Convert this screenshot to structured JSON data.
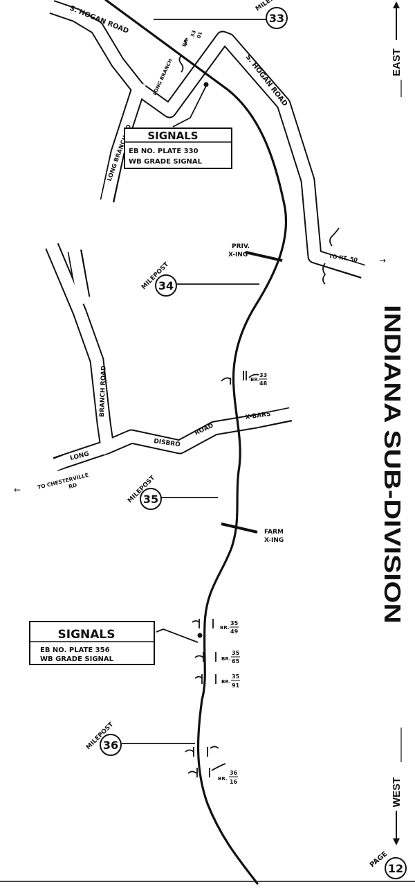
{
  "title": "INDIANA SUB-DIVISION",
  "directions": {
    "east": "EAST",
    "west": "WEST"
  },
  "page": {
    "label": "PAGE",
    "number": "12"
  },
  "mileposts": [
    {
      "label": "MILEPOST",
      "number": "33"
    },
    {
      "label": "MILEPOST",
      "number": "34"
    },
    {
      "label": "MILEPOST",
      "number": "35"
    },
    {
      "label": "MILEPOST",
      "number": "36"
    }
  ],
  "signal_boxes": [
    {
      "title": "SIGNALS",
      "line1": "EB NO. PLATE 330",
      "line2": "WB GRADE SIGNAL"
    },
    {
      "title": "SIGNALS",
      "line1": "EB NO. PLATE 356",
      "line2": "WB GRADE SIGNAL"
    }
  ],
  "roads": {
    "s_hogan_1": "S. HOGAN ROAD",
    "s_hogan_2": "S. HOGAN ROAD",
    "long_branch_rd": "LONG BRANCH RD",
    "long_branch_creek": "LONG BRANCH",
    "long_branch_road": "BRANCH ROAD",
    "long": "LONG",
    "disbro": "DISBRO",
    "disbro_road": "ROAD",
    "to_rt50": "TO RT. 50",
    "to_chesterville": "TO CHESTERVILLE",
    "to_chesterville_2": "RD"
  },
  "crossings": {
    "priv1": "PRIV.",
    "priv2": "X-ING",
    "farm1": "FARM",
    "farm2": "X-ING",
    "xbars": "X-BARS"
  },
  "bridges": [
    {
      "label": "BR.",
      "num": "33",
      "den": "01"
    },
    {
      "label": "BR.",
      "num": "33",
      "den": "48"
    },
    {
      "label": "BR.",
      "num": "35",
      "den": "49"
    },
    {
      "label": "BR.",
      "num": "35",
      "den": "65"
    },
    {
      "label": "BR.",
      "num": "35",
      "den": "91"
    },
    {
      "label": "BR.",
      "num": "36",
      "den": "16"
    }
  ]
}
